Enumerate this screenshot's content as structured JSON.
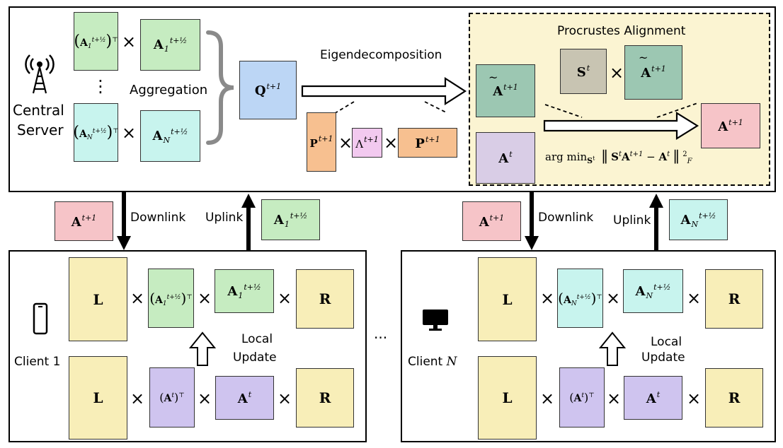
{
  "server": {
    "label_line1": "Central",
    "label_line2": "Server",
    "aggregation": "Aggregation",
    "eigendecomposition": "Eigendecomposition",
    "dots_vertical": "⋮"
  },
  "procrustes": {
    "title": "Procrustes Alignment",
    "objective_prefix": "arg min",
    "objective_sub": "S",
    "objective_sub_sup": "t"
  },
  "links": {
    "downlink": "Downlink",
    "uplink": "Uplink"
  },
  "clients": {
    "client1_label": "Client 1",
    "clientN_label": "Client",
    "clientN_symbol": "N",
    "local_update_line1": "Local",
    "local_update_line2": "Update",
    "ellipsis": "···"
  },
  "symbols": {
    "L": "L",
    "R": "R",
    "A": "A",
    "Q": "Q",
    "P": "P",
    "S": "S",
    "Lambda": "Λ",
    "times": "×",
    "t": "t",
    "t_plus_1": "t+1",
    "t_plus_half": "t+½",
    "transpose": "⊤",
    "idx_1": "1",
    "idx_N": "N"
  },
  "colors": {
    "client1_update": "#c6ecc1",
    "clientN_update": "#c8f4ee",
    "global_Q": "#bcd6f5",
    "aligned": "#9cc7b2",
    "previous": "#d9cde6",
    "eigvec": "#f7c090",
    "eigval": "#f2c9ef",
    "global_A": "#f6c4c8",
    "rotation": "#c8c4b2",
    "frozen": "#f8eeb8",
    "init": "#cfc4ef",
    "procrustes_bg": "#fbf4d2"
  }
}
